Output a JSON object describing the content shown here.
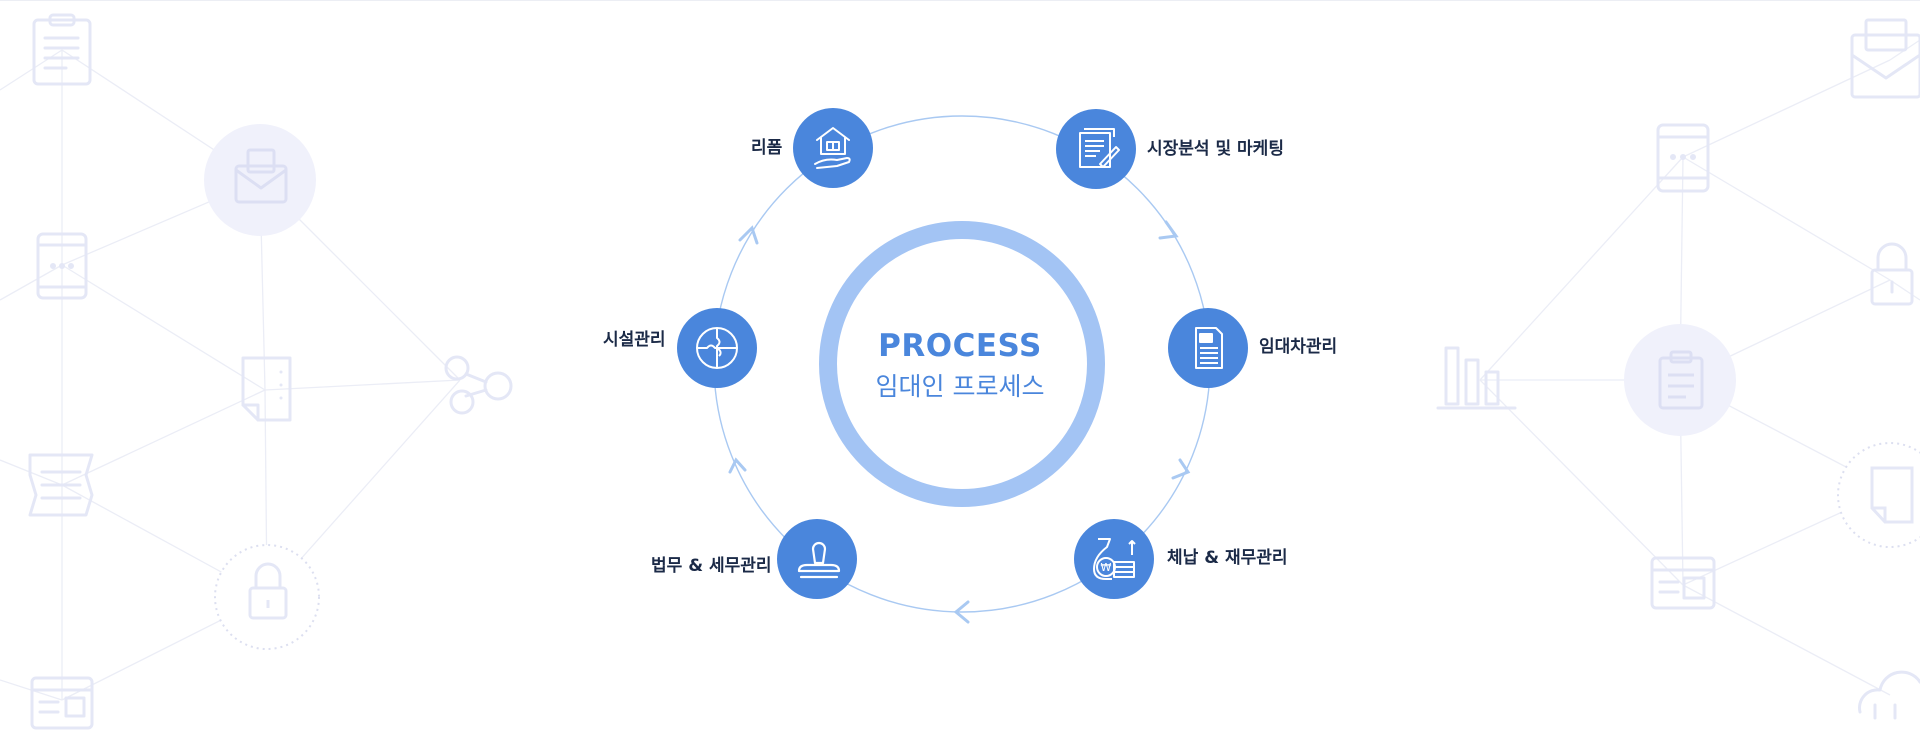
{
  "center": {
    "title": "PROCESS",
    "subtitle": "임대인 프로세스"
  },
  "steps": [
    {
      "label": "시장분석 및 마케팅",
      "icon": "document-pen-icon"
    },
    {
      "label": "임대차관리",
      "icon": "document-icon"
    },
    {
      "label": "체납 & 재무관리",
      "icon": "money-bag-coins-icon"
    },
    {
      "label": "법무 & 세무관리",
      "icon": "stamp-icon"
    },
    {
      "label": "시설관리",
      "icon": "puzzle-icon"
    },
    {
      "label": "리폼",
      "icon": "house-hand-icon"
    }
  ],
  "colors": {
    "accent": "#4a86dc",
    "ring": "#a3c4f4",
    "cycle_line": "#a9c9f2",
    "label_text": "#1b2a47",
    "bg_icon": "#e4e7f6"
  },
  "background_icons": [
    "clipboard-icon",
    "envelope-icon",
    "tablet-icon",
    "document-icon",
    "share-icon",
    "newspaper-icon",
    "lock-icon",
    "browser-window-icon",
    "bar-chart-icon",
    "cloud-icon"
  ]
}
